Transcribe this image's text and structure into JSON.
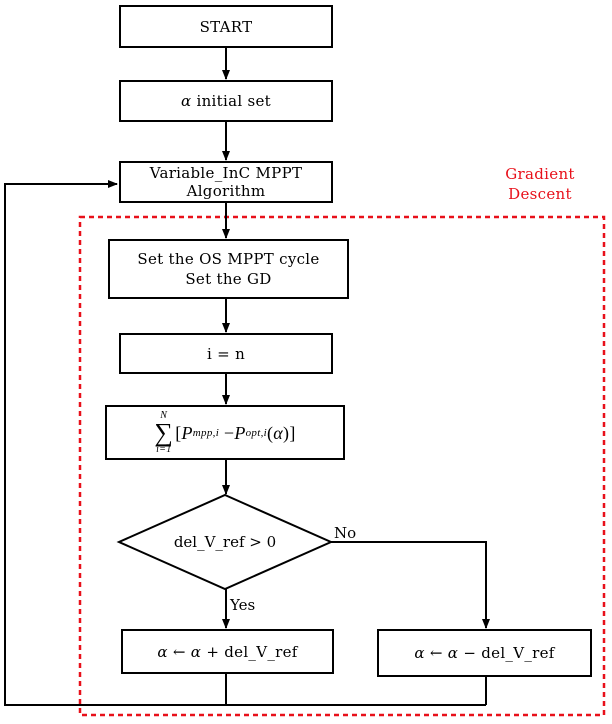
{
  "nodes": {
    "start": "START",
    "alpha_initial": "initial set",
    "variable_inc_line1": "Variable_InC MPPT",
    "variable_inc_line2": "Algorithm",
    "set_os_line1": "Set the OS MPPT cycle",
    "set_os_line2": "Set the GD",
    "i_equals_n": "i = n",
    "decision": "del_V_ref > 0",
    "update_plus": "+ del_V_ref",
    "update_minus": "− del_V_ref"
  },
  "formula": {
    "upper": "N",
    "lower": "i=1",
    "term1": "P",
    "term1_sub": "mpp,i",
    "term2": "P",
    "term2_sub": "opt,i",
    "arg": "α"
  },
  "symbols": {
    "alpha": "α",
    "arrow": "←"
  },
  "edges": {
    "no_label": "No",
    "yes_label": "Yes"
  },
  "region": {
    "title_line1": "Gradient",
    "title_line2": "Descent",
    "color": "#e8101a"
  }
}
